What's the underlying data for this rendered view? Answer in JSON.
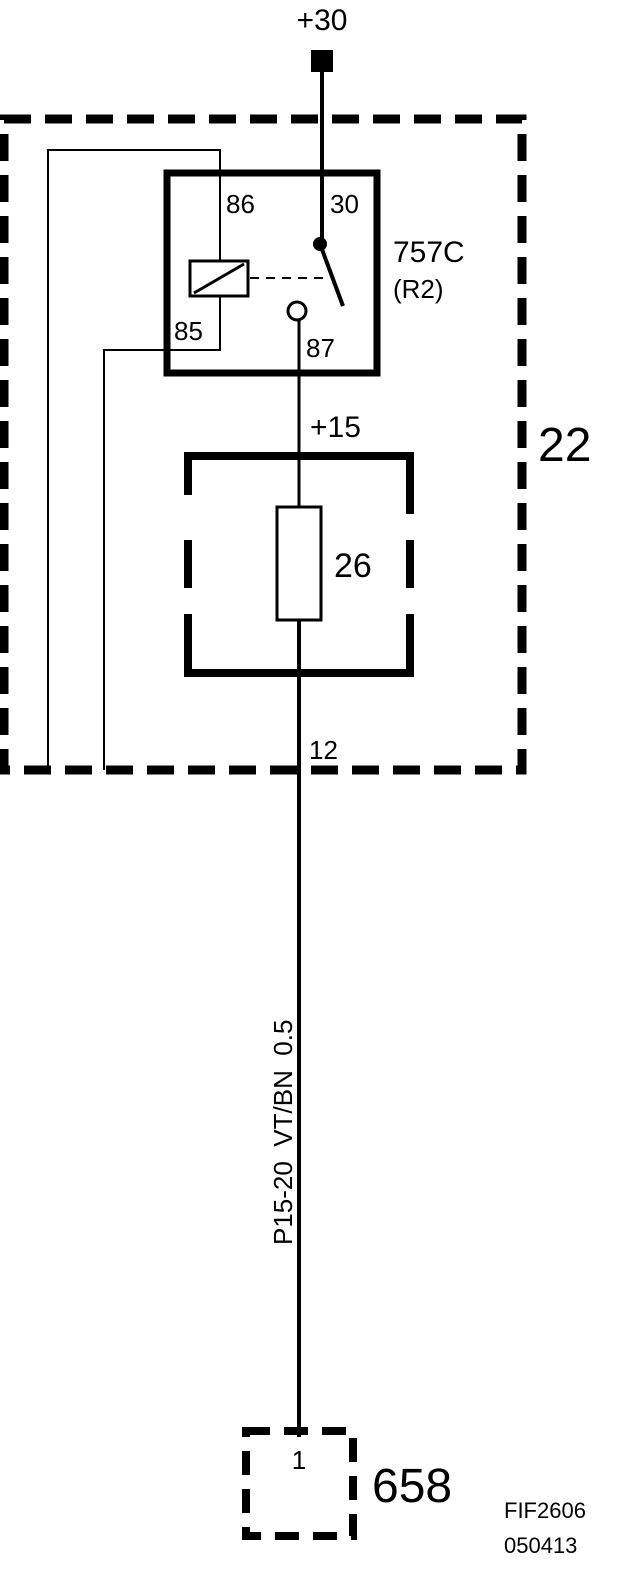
{
  "supply": {
    "label": "+30"
  },
  "fusebox": {
    "label": "22"
  },
  "relay": {
    "label": "757C",
    "sublabel": "(R2)",
    "pins": {
      "p86": "86",
      "p85": "85",
      "p30": "30",
      "p87": "87"
    }
  },
  "fuse": {
    "supply_label": "+15",
    "label": "26"
  },
  "connector_pin": "12",
  "wire": {
    "label": "P15-20  VT/BN  0.5"
  },
  "component": {
    "label": "658",
    "pin": "1"
  },
  "figure": {
    "id": "FIF2606",
    "date": "050413"
  }
}
